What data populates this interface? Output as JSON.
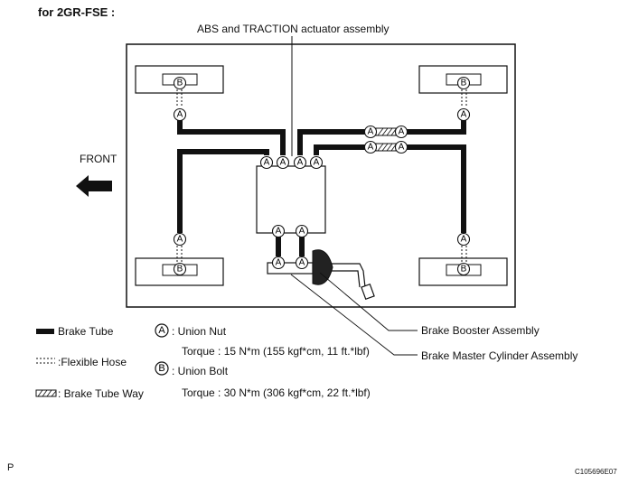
{
  "header": {
    "engine_label": "for 2GR-FSE :"
  },
  "diagram": {
    "actuator_label": "ABS and TRACTION actuator assembly",
    "front_label": "FRONT",
    "booster_label": "Brake Booster Assembly",
    "master_cyl_label": "Brake Master Cylinder Assembly",
    "nut_letter": "A",
    "bolt_letter": "B"
  },
  "legend": {
    "brake_tube": "Brake Tube",
    "flexible_hose": ":Flexible Hose",
    "brake_tube_way": ": Brake Tube Way",
    "union_nut": ": Union Nut",
    "union_nut_torque": "Torque : 15 N*m (155 kgf*cm, 11 ft.*lbf)",
    "union_bolt": ": Union Bolt",
    "union_bolt_torque": "Torque : 30 N*m (306 kgf*cm, 22 ft.*lbf)"
  },
  "footer": {
    "page_letter": "P",
    "figure_id": "C105696E07"
  },
  "colors": {
    "line": "#111111",
    "background": "#ffffff"
  }
}
